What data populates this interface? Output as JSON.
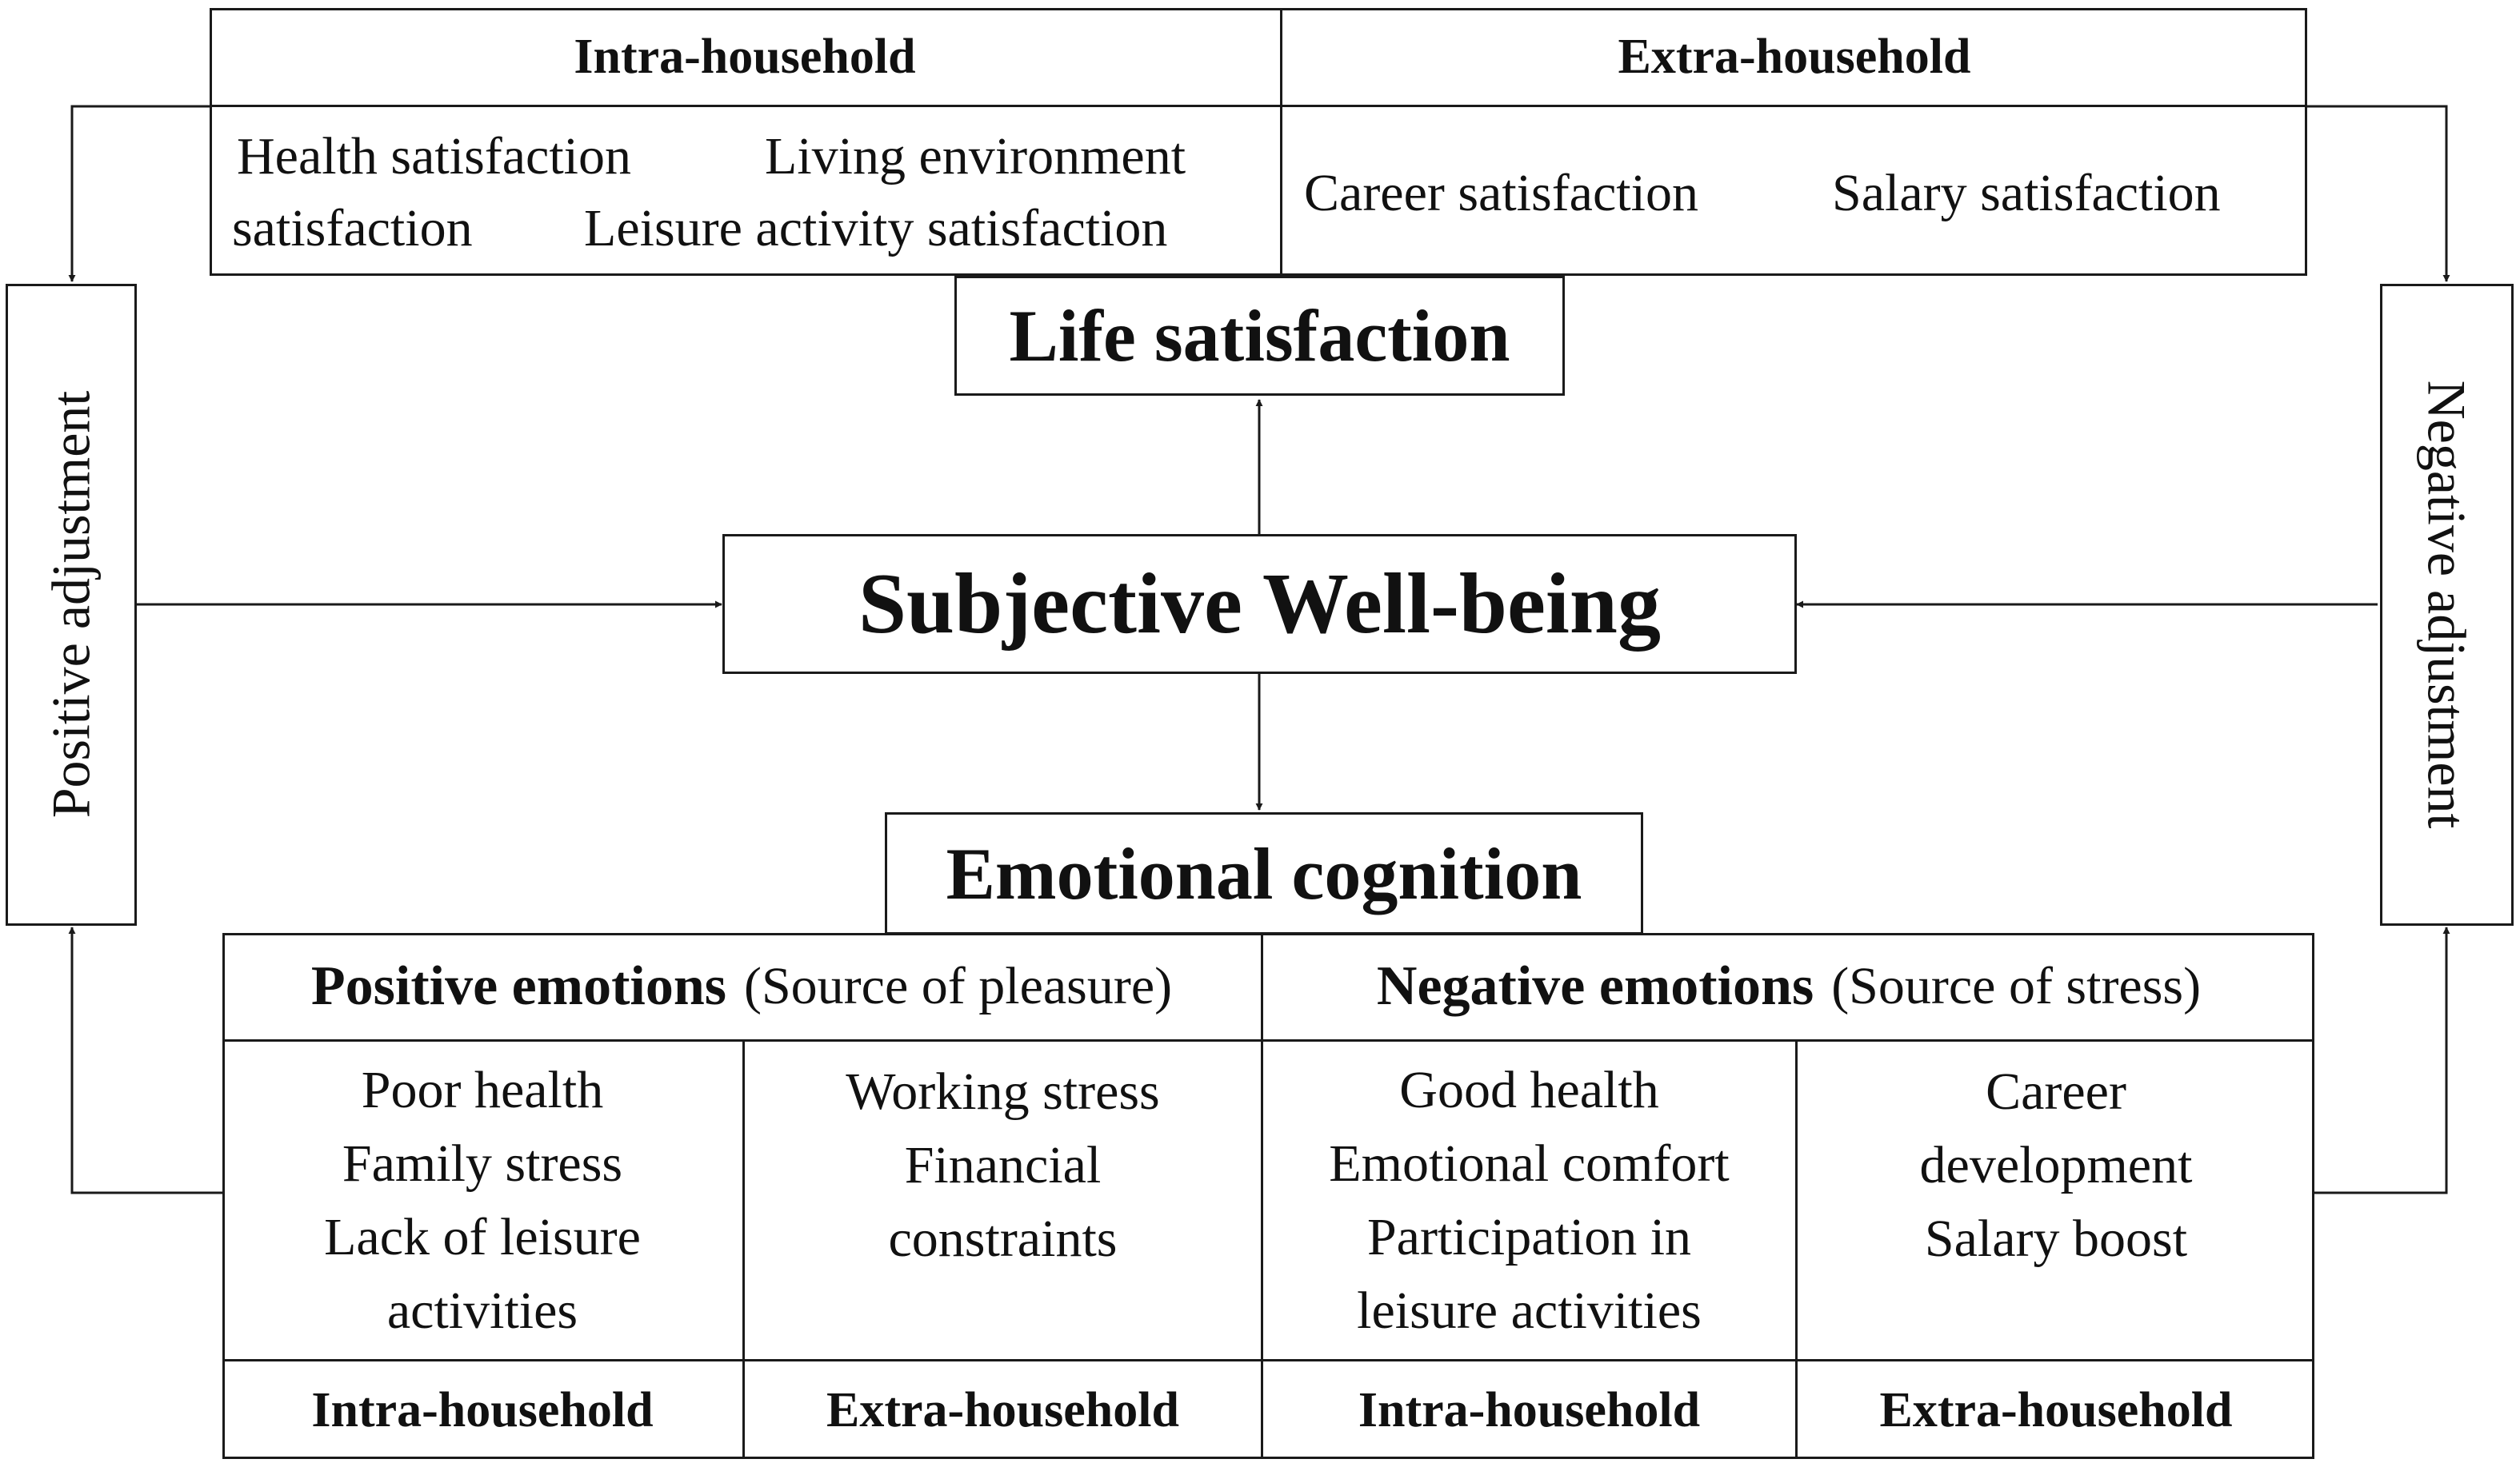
{
  "top_panel": {
    "intra_header": "Intra-household",
    "extra_header": "Extra-household",
    "intra_items": [
      "Health satisfaction",
      "Living environment",
      "satisfaction",
      "Leisure activity satisfaction"
    ],
    "extra_items": [
      "Career satisfaction",
      "Salary satisfaction"
    ]
  },
  "life_satisfaction": "Life satisfaction",
  "subjective_wellbeing": "Subjective Well-being",
  "emotional_cognition": "Emotional cognition",
  "positive_adjustment": "Positive adjustment",
  "negative_adjustment": "Negative adjustment",
  "bottom_panel": {
    "positive_title": "Positive emotions",
    "positive_sub": "(Source of pleasure)",
    "negative_title": "Negative emotions",
    "negative_sub": "(Source of stress)",
    "cells": [
      {
        "lines": [
          "Poor health",
          "Family stress",
          "Lack of leisure",
          "activities"
        ],
        "footer": "Intra-household"
      },
      {
        "lines": [
          "Working stress",
          "Financial",
          "constraints"
        ],
        "footer": "Extra-household"
      },
      {
        "lines": [
          "Good health",
          "Emotional comfort",
          "Participation in",
          "leisure activities"
        ],
        "footer": "Intra-household"
      },
      {
        "lines": [
          "Career",
          "development",
          "Salary boost"
        ],
        "footer": "Extra-household"
      }
    ]
  }
}
